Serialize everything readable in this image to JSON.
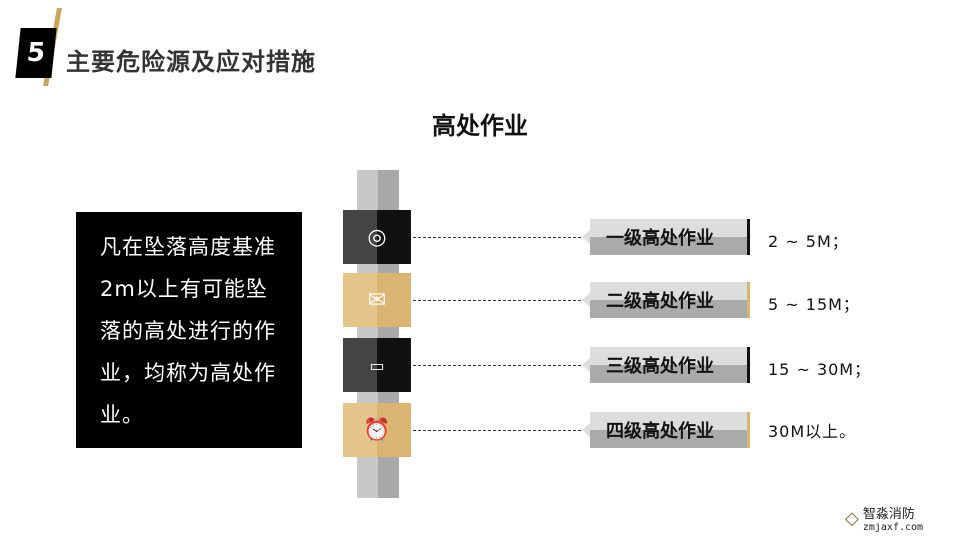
{
  "header": {
    "number": "5",
    "title": "主要危险源及应对措施"
  },
  "subtitle": "高处作业",
  "description": "凡在坠落高度基准2m以上有可能坠落的高处进行的作业，均称为高处作业。",
  "levels": [
    {
      "label": "一级高处作业",
      "value": "2 ~ 5M；",
      "icon": "target-icon"
    },
    {
      "label": "二级高处作业",
      "value": "5 ~ 15M；",
      "icon": "envelope-icon"
    },
    {
      "label": "三级高处作业",
      "value": "15 ~ 30M；",
      "icon": "laptop-icon"
    },
    {
      "label": "四级高处作业",
      "value": "30M以上。",
      "icon": "alarm-clock-icon"
    }
  ],
  "colors": {
    "gold": "#c9a45c",
    "tan": "#e0bd7f",
    "dark": "#222222"
  },
  "watermark": {
    "name": "智淼消防",
    "url": "zmjaxf.com"
  }
}
